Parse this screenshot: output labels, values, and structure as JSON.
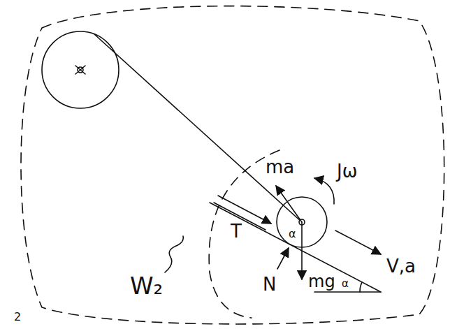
{
  "diagram": {
    "labels": [
      "ma",
      "Jω",
      "T",
      "mg",
      "V,a",
      "N",
      "α",
      "α",
      "W₂",
      "2"
    ]
  }
}
